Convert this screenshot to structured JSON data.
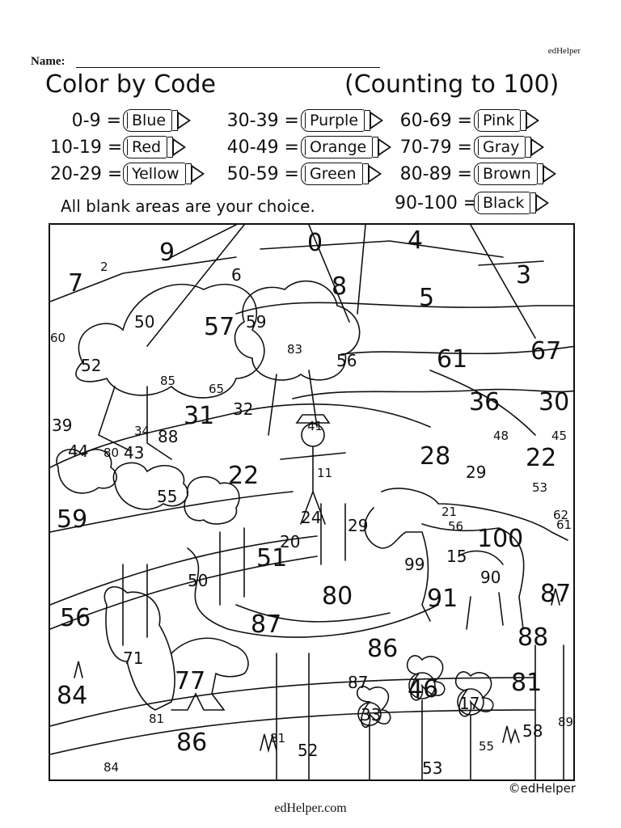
{
  "header": {
    "brand": "edHelper",
    "name_label": "Name:"
  },
  "title": "Color by Code",
  "subtitle": "(Counting to 100)",
  "key": [
    {
      "range": "0-9 =",
      "color": "Blue"
    },
    {
      "range": "10-19 =",
      "color": "Red"
    },
    {
      "range": "20-29 =",
      "color": "Yellow"
    },
    {
      "range": "30-39 =",
      "color": "Purple"
    },
    {
      "range": "40-49 =",
      "color": "Orange"
    },
    {
      "range": "50-59 =",
      "color": "Green"
    },
    {
      "range": "60-69 =",
      "color": "Pink"
    },
    {
      "range": "70-79 =",
      "color": "Gray"
    },
    {
      "range": "80-89 =",
      "color": "Brown"
    },
    {
      "range": "90-100 =",
      "color": "Black"
    }
  ],
  "instruction": "All blank areas are your choice.",
  "picture": {
    "numbers": [
      "9",
      "0",
      "4",
      "7",
      "2",
      "6",
      "8",
      "5",
      "3",
      "50",
      "57",
      "59",
      "60",
      "52",
      "83",
      "56",
      "61",
      "67",
      "85",
      "65",
      "31",
      "32",
      "36",
      "30",
      "39",
      "34",
      "88",
      "41",
      "48",
      "45",
      "44",
      "80",
      "43",
      "28",
      "29",
      "22",
      "22",
      "11",
      "53",
      "55",
      "59",
      "24",
      "21",
      "62",
      "20",
      "29",
      "56",
      "100",
      "51",
      "15",
      "61",
      "99",
      "90",
      "50",
      "80",
      "91",
      "87",
      "56",
      "87",
      "86",
      "88",
      "71",
      "77",
      "87",
      "46",
      "81",
      "84",
      "33",
      "17",
      "81",
      "89",
      "86",
      "81",
      "52",
      "58",
      "84",
      "55",
      "53"
    ]
  },
  "copyright": "©edHelper",
  "footer": "edHelper.com"
}
